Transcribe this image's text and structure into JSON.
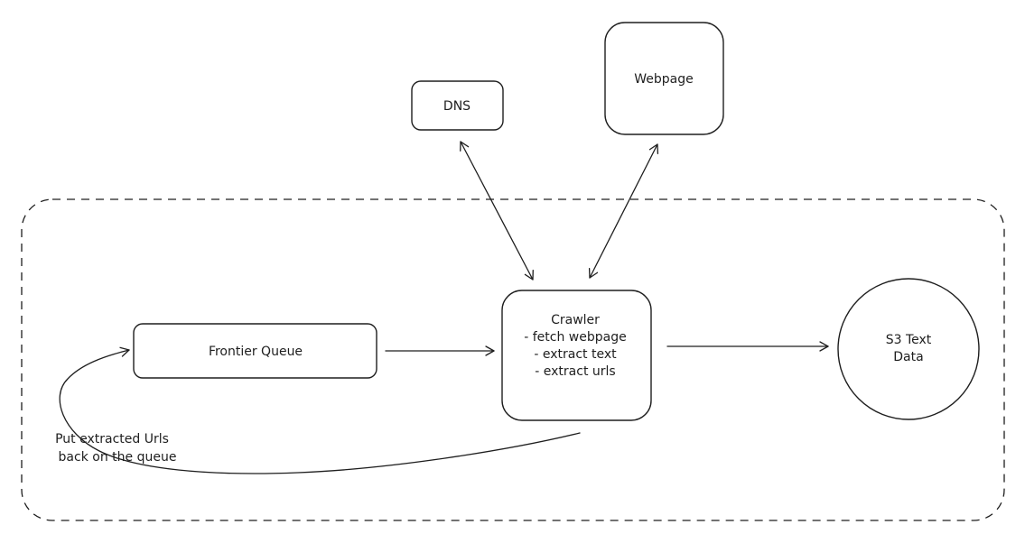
{
  "diagram": {
    "nodes": {
      "dns": {
        "label": "DNS"
      },
      "webpage": {
        "label": "Webpage"
      },
      "frontier_queue": {
        "label": "Frontier Queue"
      },
      "crawler": {
        "title": "Crawler",
        "steps": [
          "- fetch webpage",
          "- extract text",
          "- extract urls"
        ]
      },
      "s3": {
        "lines": [
          "S3 Text",
          "Data"
        ]
      }
    },
    "annotation": {
      "lines": [
        "Put extracted Urls",
        "back on the queue"
      ]
    },
    "colors": {
      "stroke": "#1e1e1e",
      "background": "#ffffff"
    }
  }
}
